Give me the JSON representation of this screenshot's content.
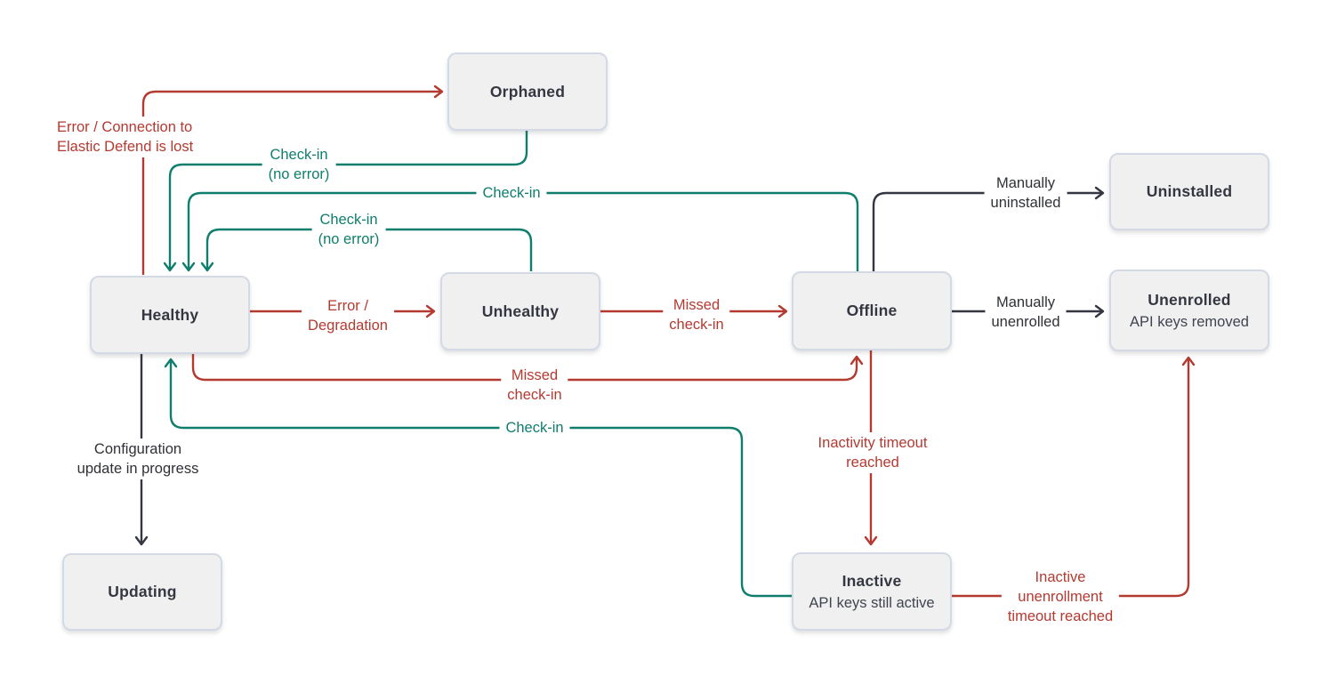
{
  "diagram": "agent-state-diagram",
  "colors": {
    "red": "#b43a31",
    "teal": "#0f7e6d",
    "dark": "#343741",
    "node_bg": "#f0f0f1",
    "node_border": "#d3dae6"
  },
  "nodes": [
    {
      "id": "orphaned",
      "label": "Orphaned"
    },
    {
      "id": "healthy",
      "label": "Healthy"
    },
    {
      "id": "unhealthy",
      "label": "Unhealthy"
    },
    {
      "id": "offline",
      "label": "Offline"
    },
    {
      "id": "uninstalled",
      "label": "Uninstalled"
    },
    {
      "id": "unenrolled",
      "label": "Unenrolled",
      "sublabel": "API keys removed"
    },
    {
      "id": "updating",
      "label": "Updating"
    },
    {
      "id": "inactive",
      "label": "Inactive",
      "sublabel": "API keys still active"
    }
  ],
  "edge_labels": [
    {
      "id": "error-connection",
      "text": "Error / Connection to\nElastic Defend is lost",
      "color": "red"
    },
    {
      "id": "checkin-noerror-orphaned",
      "text": "Check-in\n(no error)",
      "color": "teal"
    },
    {
      "id": "checkin-offline",
      "text": "Check-in",
      "color": "teal"
    },
    {
      "id": "checkin-noerror-unhealthy",
      "text": "Check-in\n(no error)",
      "color": "teal"
    },
    {
      "id": "error-degradation",
      "text": "Error /\nDegradation",
      "color": "red"
    },
    {
      "id": "missed-checkin-upper",
      "text": "Missed\ncheck-in",
      "color": "red"
    },
    {
      "id": "manually-uninstalled",
      "text": "Manually\nuninstalled",
      "color": "dark"
    },
    {
      "id": "manually-unenrolled",
      "text": "Manually\nunenrolled",
      "color": "dark"
    },
    {
      "id": "missed-checkin-lower",
      "text": "Missed\ncheck-in",
      "color": "red"
    },
    {
      "id": "checkin-inactive",
      "text": "Check-in",
      "color": "teal"
    },
    {
      "id": "configuration-update",
      "text": "Configuration\nupdate in progress",
      "color": "dark"
    },
    {
      "id": "inactivity-timeout",
      "text": "Inactivity timeout\nreached",
      "color": "red"
    },
    {
      "id": "inactive-unenrollment",
      "text": "Inactive\nunenrollment\ntimeout reached",
      "color": "red"
    }
  ]
}
